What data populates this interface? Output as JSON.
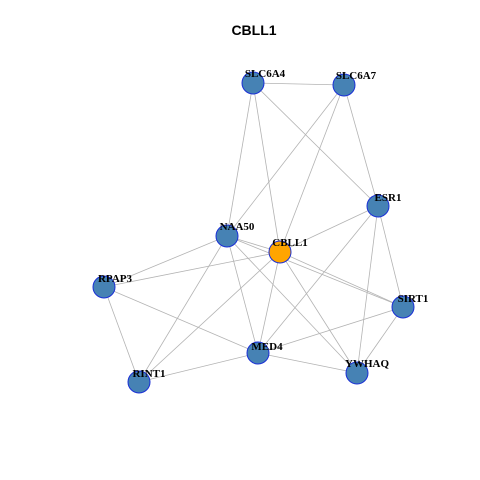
{
  "title": "CBLL1",
  "colors": {
    "node_default": "#4682b4",
    "node_focus": "#ffa500",
    "node_border": "#1a2fd6",
    "edge": "#b3b3b3"
  },
  "nodes": [
    {
      "id": "SLC6A4",
      "label": "SLC6A4",
      "focus": false
    },
    {
      "id": "SLC6A7",
      "label": "SLC6A7",
      "focus": false
    },
    {
      "id": "ESR1",
      "label": "ESR1",
      "focus": false
    },
    {
      "id": "NAA50",
      "label": "NAA50",
      "focus": false
    },
    {
      "id": "CBLL1",
      "label": "CBLL1",
      "focus": true
    },
    {
      "id": "RPAP3",
      "label": "RPAP3",
      "focus": false
    },
    {
      "id": "SIRT1",
      "label": "SIRT1",
      "focus": false
    },
    {
      "id": "MED4",
      "label": "MED4",
      "focus": false
    },
    {
      "id": "YWHAQ",
      "label": "YWHAQ",
      "focus": false
    },
    {
      "id": "RINT1",
      "label": "RINT1",
      "focus": false
    }
  ],
  "edges": [
    [
      "SLC6A4",
      "SLC6A7"
    ],
    [
      "SLC6A4",
      "ESR1"
    ],
    [
      "SLC6A4",
      "NAA50"
    ],
    [
      "SLC6A4",
      "CBLL1"
    ],
    [
      "SLC6A7",
      "NAA50"
    ],
    [
      "SLC6A7",
      "CBLL1"
    ],
    [
      "SLC6A7",
      "ESR1"
    ],
    [
      "ESR1",
      "CBLL1"
    ],
    [
      "ESR1",
      "MED4"
    ],
    [
      "ESR1",
      "YWHAQ"
    ],
    [
      "ESR1",
      "SIRT1"
    ],
    [
      "NAA50",
      "CBLL1"
    ],
    [
      "NAA50",
      "RPAP3"
    ],
    [
      "NAA50",
      "MED4"
    ],
    [
      "NAA50",
      "RINT1"
    ],
    [
      "NAA50",
      "YWHAQ"
    ],
    [
      "NAA50",
      "SIRT1"
    ],
    [
      "CBLL1",
      "RPAP3"
    ],
    [
      "CBLL1",
      "SIRT1"
    ],
    [
      "CBLL1",
      "MED4"
    ],
    [
      "CBLL1",
      "YWHAQ"
    ],
    [
      "CBLL1",
      "RINT1"
    ],
    [
      "RPAP3",
      "RINT1"
    ],
    [
      "RPAP3",
      "MED4"
    ],
    [
      "SIRT1",
      "MED4"
    ],
    [
      "SIRT1",
      "YWHAQ"
    ],
    [
      "MED4",
      "YWHAQ"
    ],
    [
      "MED4",
      "RINT1"
    ]
  ]
}
